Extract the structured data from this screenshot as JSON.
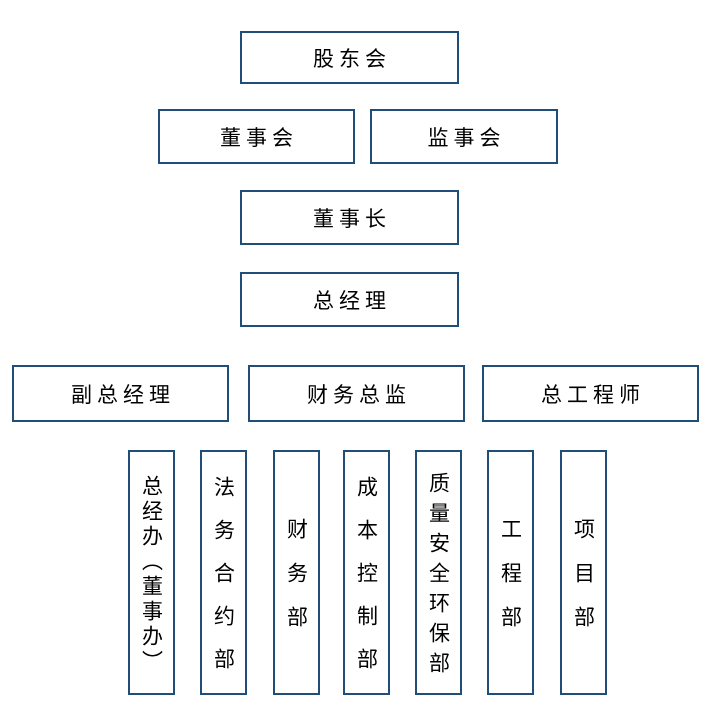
{
  "diagram": {
    "type": "org-chart",
    "colors": {
      "border": "#1f4e79",
      "text": "#000000",
      "background": "#ffffff"
    },
    "nodes": {
      "shareholders_meeting": "股东会",
      "board_of_directors": "董事会",
      "supervisory_board": "监事会",
      "chairman": "董事长",
      "general_manager": "总经理",
      "deputy_general_manager": "副总经理",
      "finance_director": "财务总监",
      "chief_engineer": "总工程师",
      "gm_office": "总经办（董事办）",
      "legal_contract_dept": "法务合约部",
      "finance_dept": "财务部",
      "cost_control_dept": "成本控制部",
      "quality_safety_env_dept": "质量安全环保部",
      "engineering_dept": "工程部",
      "project_dept": "项目部"
    },
    "hierarchy": {
      "level_1": [
        "股东会"
      ],
      "level_2": [
        "董事会",
        "监事会"
      ],
      "level_3": [
        "董事长"
      ],
      "level_4": [
        "总经理"
      ],
      "level_5": [
        "副总经理",
        "财务总监",
        "总工程师"
      ],
      "level_6": [
        "总经办（董事办）",
        "法务合约部",
        "财务部",
        "成本控制部",
        "质量安全环保部",
        "工程部",
        "项目部"
      ]
    }
  }
}
